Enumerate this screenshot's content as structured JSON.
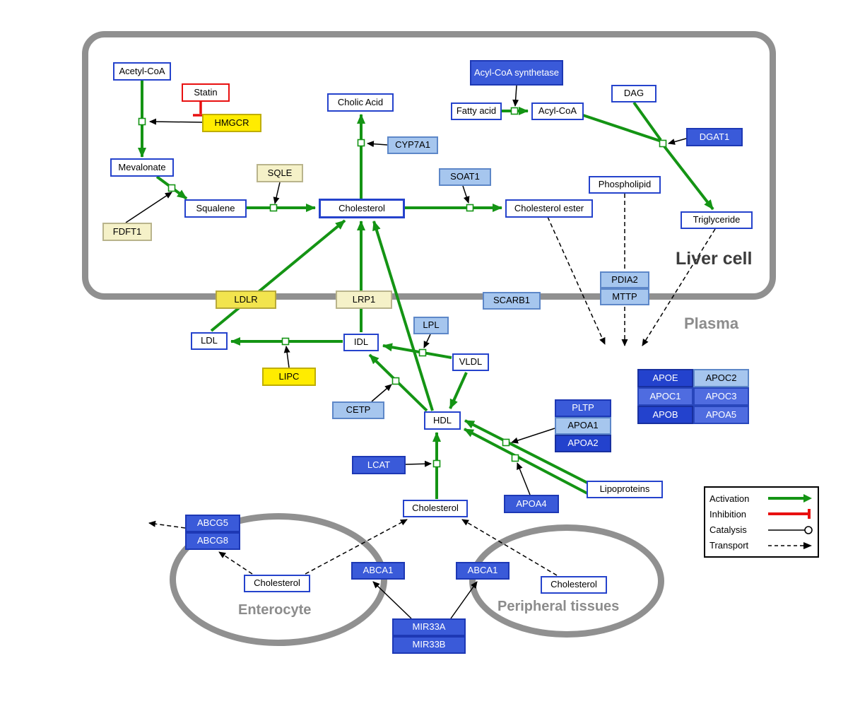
{
  "compartments": {
    "liver": "Liver cell",
    "plasma": "Plasma",
    "enterocyte": "Enterocyte",
    "peripheral": "Peripheral tissues"
  },
  "nodes": {
    "acetyl_coa": {
      "label": "Acetyl-CoA",
      "kind": "metabolite"
    },
    "statin": {
      "label": "Statin",
      "kind": "drug"
    },
    "hmgcr": {
      "label": "HMGCR",
      "kind": "gene-yellow"
    },
    "mevalonate": {
      "label": "Mevalonate",
      "kind": "metabolite"
    },
    "sqle": {
      "label": "SQLE",
      "kind": "gene-cream"
    },
    "fdft1": {
      "label": "FDFT1",
      "kind": "gene-cream"
    },
    "squalene": {
      "label": "Squalene",
      "kind": "metabolite"
    },
    "cholesterol_liver": {
      "label": "Cholesterol",
      "kind": "metabolite"
    },
    "cholic_acid": {
      "label": "Cholic Acid",
      "kind": "metabolite"
    },
    "cyp7a1": {
      "label": "CYP7A1",
      "kind": "gene-lightblue"
    },
    "soat1": {
      "label": "SOAT1",
      "kind": "gene-lightblue"
    },
    "cholesterol_ester": {
      "label": "Cholesterol ester",
      "kind": "metabolite"
    },
    "acyl_coa_synthetase": {
      "label": "Acyl-CoA synthetase",
      "kind": "gene-blue"
    },
    "fatty_acid": {
      "label": "Fatty acid",
      "kind": "metabolite"
    },
    "acyl_coa": {
      "label": "Acyl-CoA",
      "kind": "metabolite"
    },
    "dag": {
      "label": "DAG",
      "kind": "metabolite"
    },
    "dgat1": {
      "label": "DGAT1",
      "kind": "gene-blue"
    },
    "phospholipid": {
      "label": "Phospholipid",
      "kind": "metabolite"
    },
    "triglyceride": {
      "label": "Triglyceride",
      "kind": "metabolite"
    },
    "pdia2": {
      "label": "PDIA2",
      "kind": "gene-lightblue"
    },
    "mttp": {
      "label": "MTTP",
      "kind": "gene-lightblue"
    },
    "ldlr": {
      "label": "LDLR",
      "kind": "gene-yellow"
    },
    "lrp1": {
      "label": "LRP1",
      "kind": "gene-cream"
    },
    "scarb1": {
      "label": "SCARB1",
      "kind": "gene-lightblue"
    },
    "ldl": {
      "label": "LDL",
      "kind": "metabolite"
    },
    "idl": {
      "label": "IDL",
      "kind": "metabolite"
    },
    "lpl": {
      "label": "LPL",
      "kind": "gene-lightblue"
    },
    "vldl": {
      "label": "VLDL",
      "kind": "metabolite"
    },
    "lipc": {
      "label": "LIPC",
      "kind": "gene-yellow"
    },
    "cetp": {
      "label": "CETP",
      "kind": "gene-lightblue"
    },
    "hdl": {
      "label": "HDL",
      "kind": "metabolite"
    },
    "pltp": {
      "label": "PLTP",
      "kind": "gene-blue"
    },
    "apoa1": {
      "label": "APOA1",
      "kind": "gene-lightblue"
    },
    "apoa2": {
      "label": "APOA2",
      "kind": "gene-darkblue"
    },
    "apoe": {
      "label": "APOE",
      "kind": "gene-darkblue"
    },
    "apoc2": {
      "label": "APOC2",
      "kind": "gene-lightblue"
    },
    "apoc1": {
      "label": "APOC1",
      "kind": "gene-mediumblue"
    },
    "apoc3": {
      "label": "APOC3",
      "kind": "gene-mediumblue"
    },
    "apob": {
      "label": "APOB",
      "kind": "gene-darkblue"
    },
    "apoa5": {
      "label": "APOA5",
      "kind": "gene-mediumblue"
    },
    "lcat": {
      "label": "LCAT",
      "kind": "gene-blue"
    },
    "apoa4": {
      "label": "APOA4",
      "kind": "gene-blue"
    },
    "lipoproteins": {
      "label": "Lipoproteins",
      "kind": "metabolite"
    },
    "cholesterol_plasma": {
      "label": "Cholesterol",
      "kind": "metabolite"
    },
    "abcg5": {
      "label": "ABCG5",
      "kind": "gene-blue"
    },
    "abcg8": {
      "label": "ABCG8",
      "kind": "gene-blue"
    },
    "cholesterol_enterocyte": {
      "label": "Cholesterol",
      "kind": "metabolite"
    },
    "abca1_enterocyte": {
      "label": "ABCA1",
      "kind": "gene-blue"
    },
    "abca1_peripheral": {
      "label": "ABCA1",
      "kind": "gene-blue"
    },
    "cholesterol_peripheral": {
      "label": "Cholesterol",
      "kind": "metabolite"
    },
    "mir33a": {
      "label": "MIR33A",
      "kind": "gene-blue"
    },
    "mir33b": {
      "label": "MIR33B",
      "kind": "gene-blue"
    }
  },
  "legend": {
    "activation": "Activation",
    "inhibition": "Inhibition",
    "catalysis": "Catalysis",
    "transport": "Transport"
  },
  "colors": {
    "activation_green": "#149414",
    "inhibition_red": "#e81010",
    "gene_blue": "#3a5ad9",
    "gene_blue_dark": "#2342cd",
    "gene_blue_medium": "#4f6ce0",
    "gene_blue_light": "#a6c6ee",
    "gene_yellow": "#ffec00",
    "gene_cream": "#f5f1c8",
    "metabolite_border": "#2543cc",
    "membrane_gray": "#909090"
  },
  "edges": [
    {
      "source": "acetyl_coa",
      "target": "mevalonate",
      "type": "activation",
      "catalyst": "hmgcr",
      "inhibitor": "statin"
    },
    {
      "source": "mevalonate",
      "target": "squalene",
      "type": "activation",
      "catalyst": "fdft1"
    },
    {
      "source": "squalene",
      "target": "cholesterol_liver",
      "type": "activation",
      "catalyst": "sqle"
    },
    {
      "source": "cholesterol_liver",
      "target": "cholic_acid",
      "type": "activation",
      "catalyst": "cyp7a1"
    },
    {
      "source": "cholesterol_liver",
      "target": "cholesterol_ester",
      "type": "activation",
      "catalyst": "soat1"
    },
    {
      "source": "fatty_acid",
      "target": "acyl_coa",
      "type": "activation",
      "catalyst": "acyl_coa_synthetase"
    },
    {
      "source": "acyl_coa",
      "target": "triglyceride",
      "type": "activation",
      "catalyst": "dgat1"
    },
    {
      "source": "dag",
      "target": "triglyceride",
      "type": "activation",
      "catalyst": "dgat1"
    },
    {
      "source": "ldl",
      "target": "cholesterol_liver",
      "type": "activation",
      "via": "ldlr"
    },
    {
      "source": "idl",
      "target": "cholesterol_liver",
      "type": "activation",
      "via": "lrp1"
    },
    {
      "source": "hdl",
      "target": "cholesterol_liver",
      "type": "activation",
      "via": "scarb1"
    },
    {
      "source": "hdl",
      "target": "idl",
      "type": "activation",
      "catalyst": "cetp"
    },
    {
      "source": "vldl",
      "target": "idl",
      "type": "activation",
      "catalyst": "lpl"
    },
    {
      "source": "idl",
      "target": "ldl",
      "type": "activation",
      "catalyst": "lipc"
    },
    {
      "source": "vldl",
      "target": "hdl",
      "type": "activation"
    },
    {
      "source": "lipoproteins",
      "target": "hdl",
      "type": "activation",
      "catalyst": "apoa1"
    },
    {
      "source": "lipoproteins",
      "target": "hdl",
      "type": "activation",
      "catalyst": "apoa4"
    },
    {
      "source": "cholesterol_plasma",
      "target": "hdl",
      "type": "activation",
      "catalyst": "lcat"
    },
    {
      "source": "cholesterol_ester",
      "target": "plasma",
      "type": "transport"
    },
    {
      "source": "phospholipid",
      "target": "plasma",
      "type": "transport",
      "via": "pdia2/mttp"
    },
    {
      "source": "triglyceride",
      "target": "plasma",
      "type": "transport"
    },
    {
      "source": "cholesterol_enterocyte",
      "target": "cholesterol_plasma",
      "type": "transport",
      "via": "abca1_enterocyte"
    },
    {
      "source": "cholesterol_peripheral",
      "target": "cholesterol_plasma",
      "type": "transport",
      "via": "abca1_peripheral"
    },
    {
      "source": "cholesterol_enterocyte",
      "target": "abcg5",
      "type": "transport"
    },
    {
      "source": "abcg5",
      "target": "excretion",
      "type": "transport"
    },
    {
      "source": "mir33a",
      "target": "abca1_enterocyte",
      "type": "catalysis"
    },
    {
      "source": "mir33b",
      "target": "abca1_peripheral",
      "type": "catalysis"
    },
    {
      "source": "statin",
      "target": "hmgcr",
      "type": "inhibition"
    }
  ]
}
